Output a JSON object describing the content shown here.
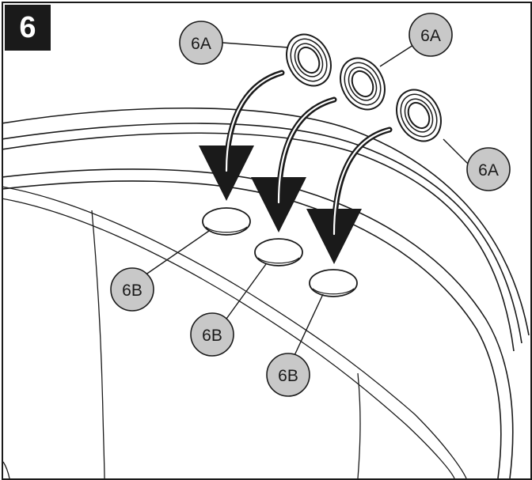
{
  "step": {
    "number": "6"
  },
  "callouts": {
    "a1": "6A",
    "a2": "6A",
    "a3": "6A",
    "b1": "6B",
    "b2": "6B",
    "b3": "6B"
  },
  "colors": {
    "line": "#1a1a1a",
    "callout_fill": "#c8c8c8",
    "background": "#ffffff"
  },
  "icons": {
    "gasket": "gasket-ring-icon",
    "hole": "mounting-hole-icon",
    "arrow": "insert-arrow-icon"
  }
}
